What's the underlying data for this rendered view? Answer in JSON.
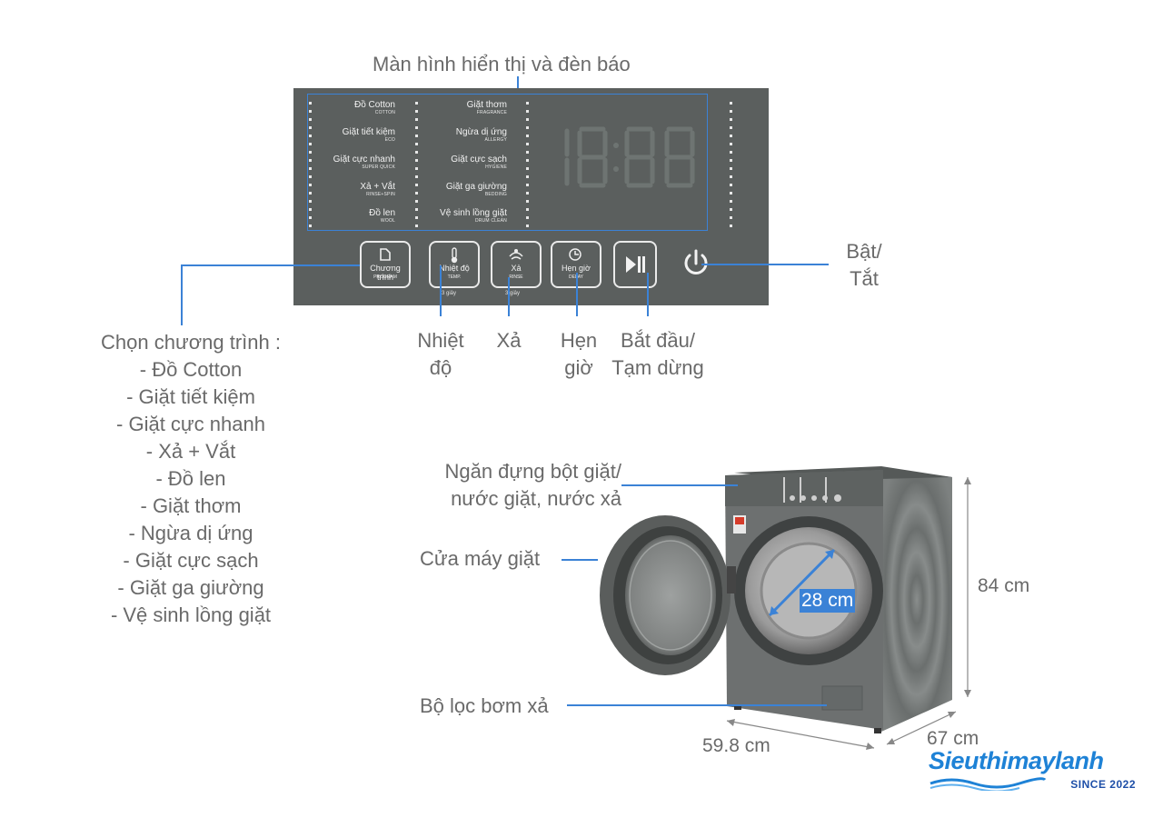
{
  "labels": {
    "display": "Màn hình hiển thị và đèn báo",
    "power": [
      "Bật/",
      "Tắt"
    ],
    "program_title": "Chọn chương trình :",
    "program_list": [
      "- Đồ Cotton",
      "- Giặt tiết kiệm",
      "- Giặt cực nhanh",
      "- Xả + Vắt",
      "- Đồ len",
      "- Giặt thơm",
      "- Ngừa dị ứng",
      "- Giặt cực sạch",
      "- Giặt ga giường",
      "- Vệ sinh lồng giặt"
    ],
    "temp": [
      "Nhiệt",
      "độ"
    ],
    "rinse": "Xả",
    "delay": [
      "Hẹn",
      "giờ"
    ],
    "start": [
      "Bắt đầu/",
      "Tạm dừng"
    ],
    "detergent": [
      "Ngăn đựng bột giặt/",
      "nước giặt, nước xả"
    ],
    "door": "Cửa máy giặt",
    "filter": "Bộ lọc bơm xả"
  },
  "panel": {
    "programs_left": [
      {
        "name": "Đồ Cotton",
        "sub": "COTTON"
      },
      {
        "name": "Giặt tiết kiệm",
        "sub": "ECO"
      },
      {
        "name": "Giặt cực nhanh",
        "sub": "SUPER QUICK"
      },
      {
        "name": "Xả + Vắt",
        "sub": "RINSE+SPIN"
      },
      {
        "name": "Đồ len",
        "sub": "WOOL"
      }
    ],
    "programs_right": [
      {
        "name": "Giặt thơm",
        "sub": "FRAGRANCE"
      },
      {
        "name": "Ngừa dị ứng",
        "sub": "ALLERGY"
      },
      {
        "name": "Giặt cực sạch",
        "sub": "HYGIENE"
      },
      {
        "name": "Giặt ga giường",
        "sub": "BEDDING"
      },
      {
        "name": "Vệ sinh lồng giặt",
        "sub": "DRUM CLEAN"
      }
    ],
    "display_digits": "18:88",
    "buttons": [
      {
        "label": "Chương trình",
        "sub": "PROGRAM"
      },
      {
        "label": "Nhiệt độ",
        "sub": "TEMP."
      },
      {
        "label": "Xả",
        "sub": "RINSE"
      },
      {
        "label": "Hẹn giờ",
        "sub": "DELAY"
      }
    ],
    "notes": [
      "3 giây",
      "3 giây"
    ]
  },
  "dimensions": {
    "height": "84 cm",
    "width": "59.8 cm",
    "depth": "67 cm",
    "door_diameter": "28 cm"
  },
  "logo": {
    "brand": "Sieuthimaylanh",
    "since": "SINCE 2022"
  },
  "colors": {
    "accent": "#3b82d6",
    "panel": "#5b5f5e",
    "machine": "#6d7070",
    "logo": "#1e82d6"
  }
}
